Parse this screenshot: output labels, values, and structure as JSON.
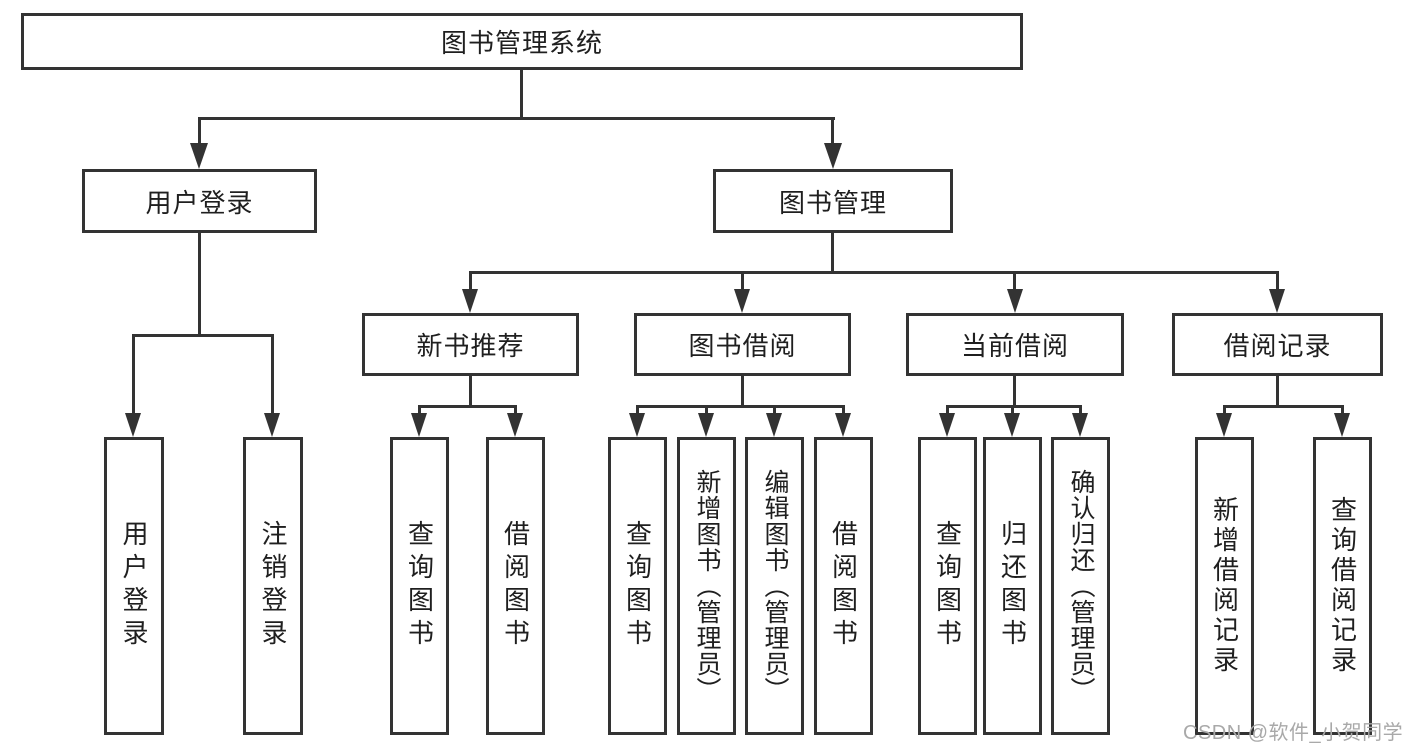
{
  "colors": {
    "line": "#333333",
    "box_border": "#333333",
    "text": "#1f1f1f",
    "watermark": "#a9a9a9",
    "background": "#ffffff"
  },
  "nodes": {
    "root": {
      "label": "图书管理系统"
    },
    "level2": [
      {
        "id": "user-login",
        "label": "用户登录"
      },
      {
        "id": "book-management",
        "label": "图书管理"
      }
    ],
    "level3": [
      {
        "id": "new-book-recommend",
        "label": "新书推荐",
        "parent": "图书管理"
      },
      {
        "id": "book-borrow",
        "label": "图书借阅",
        "parent": "图书管理"
      },
      {
        "id": "current-borrow",
        "label": "当前借阅",
        "parent": "图书管理"
      },
      {
        "id": "borrow-records",
        "label": "借阅记录",
        "parent": "图书管理"
      }
    ],
    "leaves": [
      {
        "id": "leaf-user-login",
        "label": "用户登录",
        "parent": "用户登录"
      },
      {
        "id": "leaf-logout",
        "label": "注销登录",
        "parent": "用户登录"
      },
      {
        "id": "leaf-query-books-1",
        "label": "查询图书",
        "parent": "新书推荐"
      },
      {
        "id": "leaf-borrow-books-1",
        "label": "借阅图书",
        "parent": "新书推荐"
      },
      {
        "id": "leaf-query-books-2",
        "label": "查询图书",
        "parent": "图书借阅"
      },
      {
        "id": "leaf-add-book-admin",
        "label": "新增图书（管理员）",
        "parent": "图书借阅"
      },
      {
        "id": "leaf-edit-book-admin",
        "label": "编辑图书（管理员）",
        "parent": "图书借阅"
      },
      {
        "id": "leaf-borrow-books-2",
        "label": "借阅图书",
        "parent": "图书借阅"
      },
      {
        "id": "leaf-query-books-3",
        "label": "查询图书",
        "parent": "当前借阅"
      },
      {
        "id": "leaf-return-book",
        "label": "归还图书",
        "parent": "当前借阅"
      },
      {
        "id": "leaf-confirm-return-admin",
        "label": "确认归还（管理员）",
        "parent": "当前借阅"
      },
      {
        "id": "leaf-add-borrow-record",
        "label": "新增借阅记录",
        "parent": "借阅记录"
      },
      {
        "id": "leaf-query-borrow-record",
        "label": "查询借阅记录",
        "parent": "借阅记录"
      }
    ]
  },
  "watermark": {
    "text": "CSDN @软件_小贺同学"
  }
}
